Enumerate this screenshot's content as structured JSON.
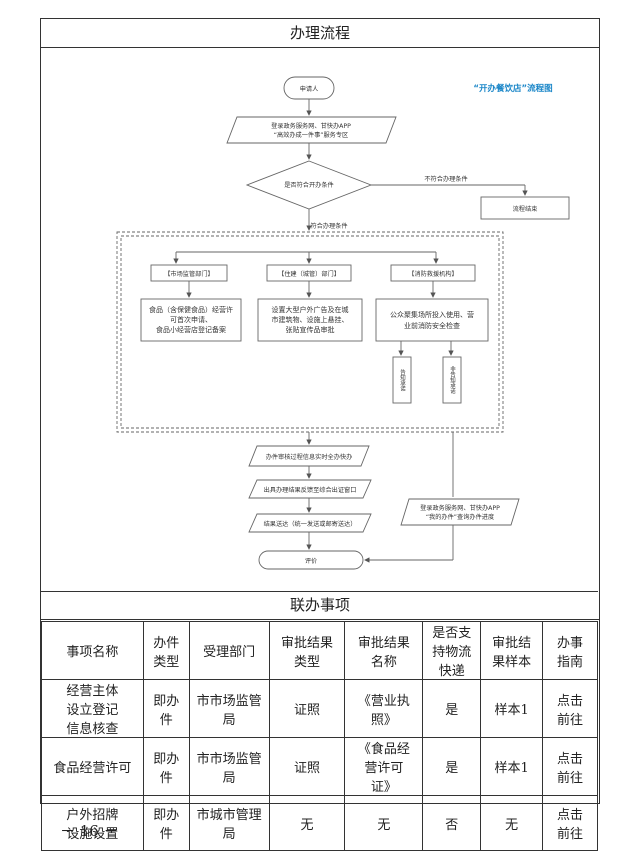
{
  "section1_title": "办理流程",
  "flow": {
    "chart_title": "“开办餐饮店”流程图",
    "start": "申请人",
    "apply": [
      "登录政务服务网、甘快办APP",
      "“高效办成一件事”服务专区"
    ],
    "decision": "是否符合开办条件",
    "no_label": "不符合办理条件",
    "end_fail": "流程结束",
    "yes_label": "符合办理条件",
    "depts": [
      "【市场监管部门】",
      "【住建（城管）部门】",
      "【消防救援机构】"
    ],
    "dept_tasks": [
      [
        "食品（含保健食品）经营许",
        "可首次申请、",
        "食品小经营店登记备案"
      ],
      [
        "设置大型户外广告及在城",
        "市建筑物、设施上悬挂、",
        "张贴宣传品审批"
      ],
      [
        "公众聚集场所投入使用、营",
        "业前消防安全检查"
      ]
    ],
    "fire_sub": [
      "告知承诺",
      "非告知承诺"
    ],
    "step1": "办件审核过程信息实时全办快办",
    "step2": "出具办理结果反馈至综合出证窗口",
    "step3": "结果送达（统一发送或邮寄送达）",
    "side_note": [
      "登录政务服务网、甘快办APP",
      "“我的办件”查询办件进度"
    ],
    "final": "评价"
  },
  "section2_title": "联办事项",
  "table": {
    "headers": [
      "事项名称",
      "办件类型",
      "受理部门",
      "审批结果类型",
      "审批结果名称",
      "是否支持物流快递",
      "审批结果样本",
      "办事指南"
    ],
    "header_lines": [
      [
        "事项名称"
      ],
      [
        "办件",
        "类型"
      ],
      [
        "受理部门"
      ],
      [
        "审批结果",
        "类型"
      ],
      [
        "审批结果",
        "名称"
      ],
      [
        "是否支",
        "持物流",
        "快递"
      ],
      [
        "审批结",
        "果样本"
      ],
      [
        "办事",
        "指南"
      ]
    ],
    "rows": [
      {
        "name": [
          "经营主体",
          "设立登记",
          "信息核查"
        ],
        "type": [
          "即办",
          "件"
        ],
        "dept": [
          "市市场监管",
          "局"
        ],
        "result_type": "证照",
        "result_name": [
          "《营业执",
          "照》"
        ],
        "express": "是",
        "sample": "样本1",
        "guide": [
          "点击",
          "前往"
        ]
      },
      {
        "name": [
          "食品经营许可"
        ],
        "type": [
          "即办",
          "件"
        ],
        "dept": [
          "市市场监管",
          "局"
        ],
        "result_type": "证照",
        "result_name": [
          "《食品经",
          "营许可",
          "证》"
        ],
        "express": "是",
        "sample": "样本1",
        "guide": [
          "点击",
          "前往"
        ]
      },
      {
        "name": [
          "户外招牌",
          "设施设置"
        ],
        "type": [
          "即办",
          "件"
        ],
        "dept": [
          "市城市管理",
          "局"
        ],
        "result_type": "无",
        "result_name": [
          "无"
        ],
        "express": "否",
        "sample": "无",
        "guide": [
          "点击",
          "前往"
        ]
      }
    ]
  },
  "page_number": "－ 16 －"
}
